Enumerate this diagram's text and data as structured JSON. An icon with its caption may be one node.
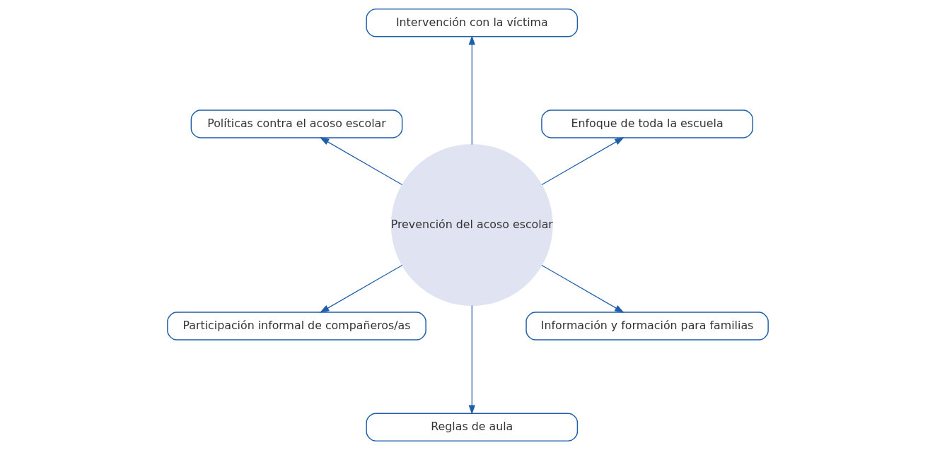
{
  "diagram": {
    "nodes": [
      {
        "text": [
          "Prevención del acoso escolar"
        ]
      },
      {
        "text": [
          "Enfoque de toda la escuela"
        ]
      },
      {
        "text": [
          "Intervención con la víctima"
        ]
      },
      {
        "text": [
          "Políticas contra el acoso escolar"
        ]
      },
      {
        "text": [
          "Participación informal de compañeros/as"
        ]
      },
      {
        "text": [
          "Reglas de aula"
        ]
      },
      {
        "text": [
          "Información y formación para familias"
        ]
      }
    ],
    "edges": [
      {
        "from": 0,
        "to": 1,
        "arrow": "to"
      },
      {
        "from": 0,
        "to": 2,
        "arrow": "to"
      },
      {
        "from": 0,
        "to": 3,
        "arrow": "to"
      },
      {
        "from": 0,
        "to": 4,
        "arrow": "to"
      },
      {
        "from": 0,
        "to": 5,
        "arrow": "to"
      },
      {
        "from": 0,
        "to": 6,
        "arrow": "to"
      }
    ]
  }
}
